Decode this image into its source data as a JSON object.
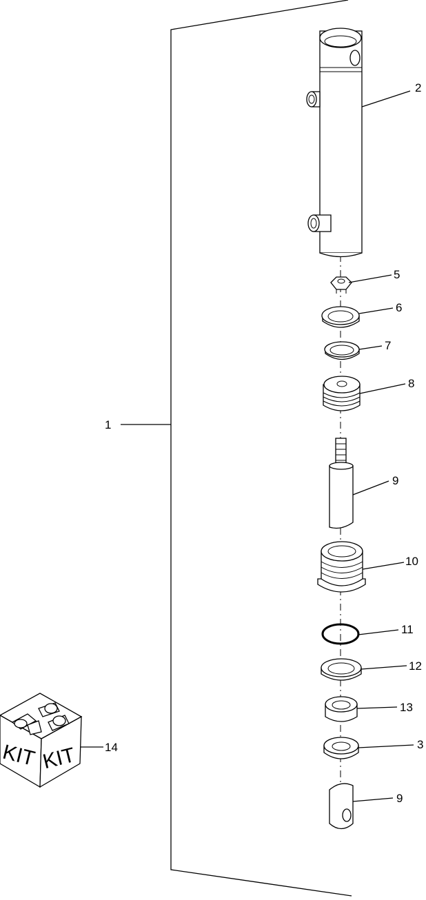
{
  "diagram": {
    "callouts": {
      "c1": "1",
      "c2": "2",
      "c3": "3",
      "c5": "5",
      "c6": "6",
      "c7": "7",
      "c8": "8",
      "c9a": "9",
      "c9b": "9",
      "c10": "10",
      "c11": "11",
      "c12": "12",
      "c13": "13",
      "c14": "14"
    },
    "kit_labels": {
      "left": "KIT",
      "right": "KIT"
    }
  }
}
